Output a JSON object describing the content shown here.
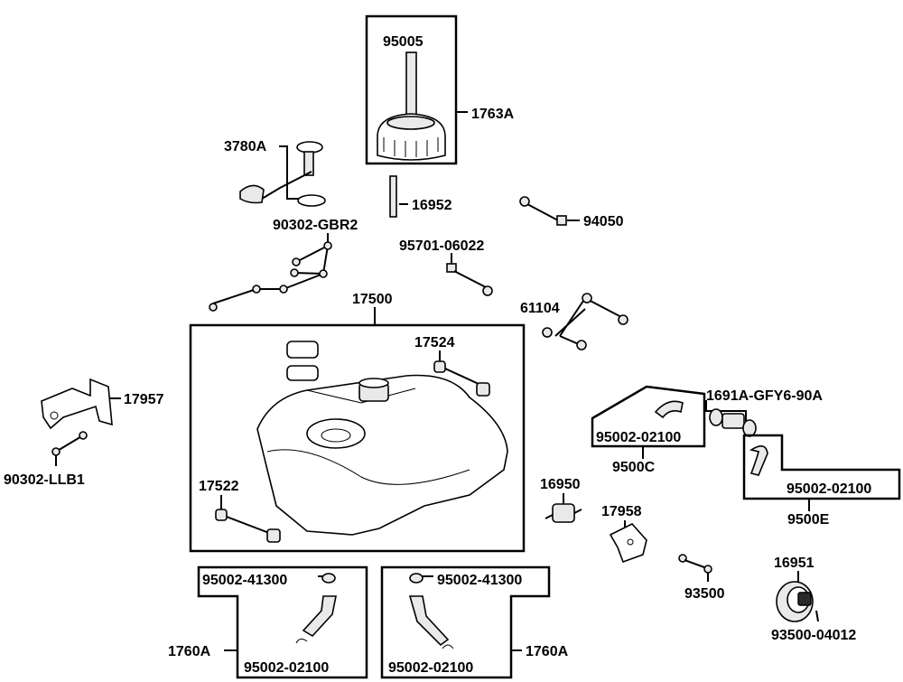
{
  "labels": {
    "p95005": "95005",
    "p1763A": "1763A",
    "p3780A": "3780A",
    "p16952": "16952",
    "p94050": "94050",
    "p90302_GBR2": "90302-GBR2",
    "p95701_06022": "95701-06022",
    "p17500": "17500",
    "p61104": "61104",
    "p17524": "17524",
    "p17957": "17957",
    "p1691A": "1691A-GFY6-90A",
    "p95002_02100_c": "95002-02100",
    "p9500C": "9500C",
    "p95002_02100_e": "95002-02100",
    "p9500E": "9500E",
    "p90302_LLB1": "90302-LLB1",
    "p17522": "17522",
    "p16950": "16950",
    "p17958": "17958",
    "p16951": "16951",
    "p93500": "93500",
    "p93500_04012": "93500-04012",
    "p95002_41300_l": "95002-41300",
    "p95002_41300_r": "95002-41300",
    "p1760A_l": "1760A",
    "p1760A_r": "1760A",
    "p95002_02100_l": "95002-02100",
    "p95002_02100_r": "95002-02100"
  }
}
